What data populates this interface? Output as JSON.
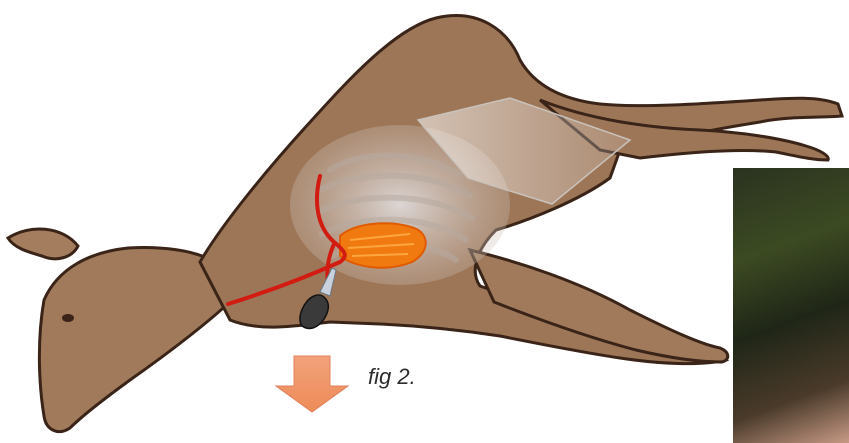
{
  "figure": {
    "caption": "fig 2.",
    "icons": {
      "animal": "deer-carcass-illustration",
      "knife": "knife-icon",
      "arrow": "downward-arrow-icon",
      "photo": "field-dressing-photo"
    },
    "colors": {
      "hide": "#9d7658",
      "organ": "#f07a10",
      "vessel": "#d21c12",
      "arrow": "#f09a70"
    }
  }
}
